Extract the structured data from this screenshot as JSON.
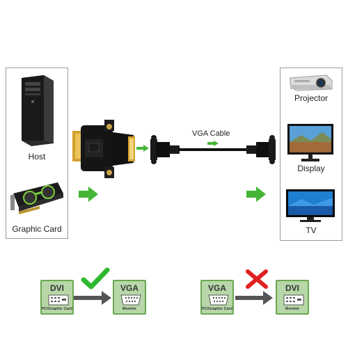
{
  "left_panel": {
    "host_label": "Host",
    "graphic_card_label": "Graphic Card"
  },
  "cable": {
    "label": "VGA Cable"
  },
  "right_panel": {
    "projector_label": "Projector",
    "display_label": "Display",
    "tv_label": "TV"
  },
  "compat_ok": {
    "from": {
      "title": "DVI",
      "subtitle": "PC/Graphic Card"
    },
    "to": {
      "title": "VGA",
      "subtitle": "Monitor"
    },
    "status_icon": "check-icon",
    "status_color": "#2eb82e"
  },
  "compat_bad": {
    "from": {
      "title": "VGA",
      "subtitle": "PC/Graphic Card"
    },
    "to": {
      "title": "DVI",
      "subtitle": "Monitor"
    },
    "status_icon": "cross-icon",
    "status_color": "#e02020"
  },
  "colors": {
    "arrow_green": "#44b536",
    "box_fill": "#b7d7a8",
    "box_border": "#6aa84f"
  }
}
